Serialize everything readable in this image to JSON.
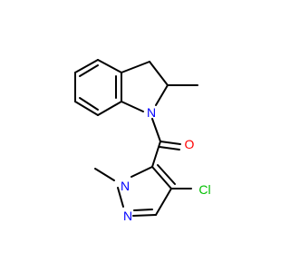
{
  "molecule": {
    "atoms": {
      "n_indoline": {
        "label": "N",
        "color": "#0000FF"
      },
      "o_carbonyl": {
        "label": "O",
        "color": "#FF0000"
      },
      "n_methyl": {
        "label": "N",
        "color": "#0000FF"
      },
      "n_ring": {
        "label": "N",
        "color": "#0000FF"
      },
      "cl": {
        "label": "Cl",
        "color": "#00C000"
      }
    }
  }
}
